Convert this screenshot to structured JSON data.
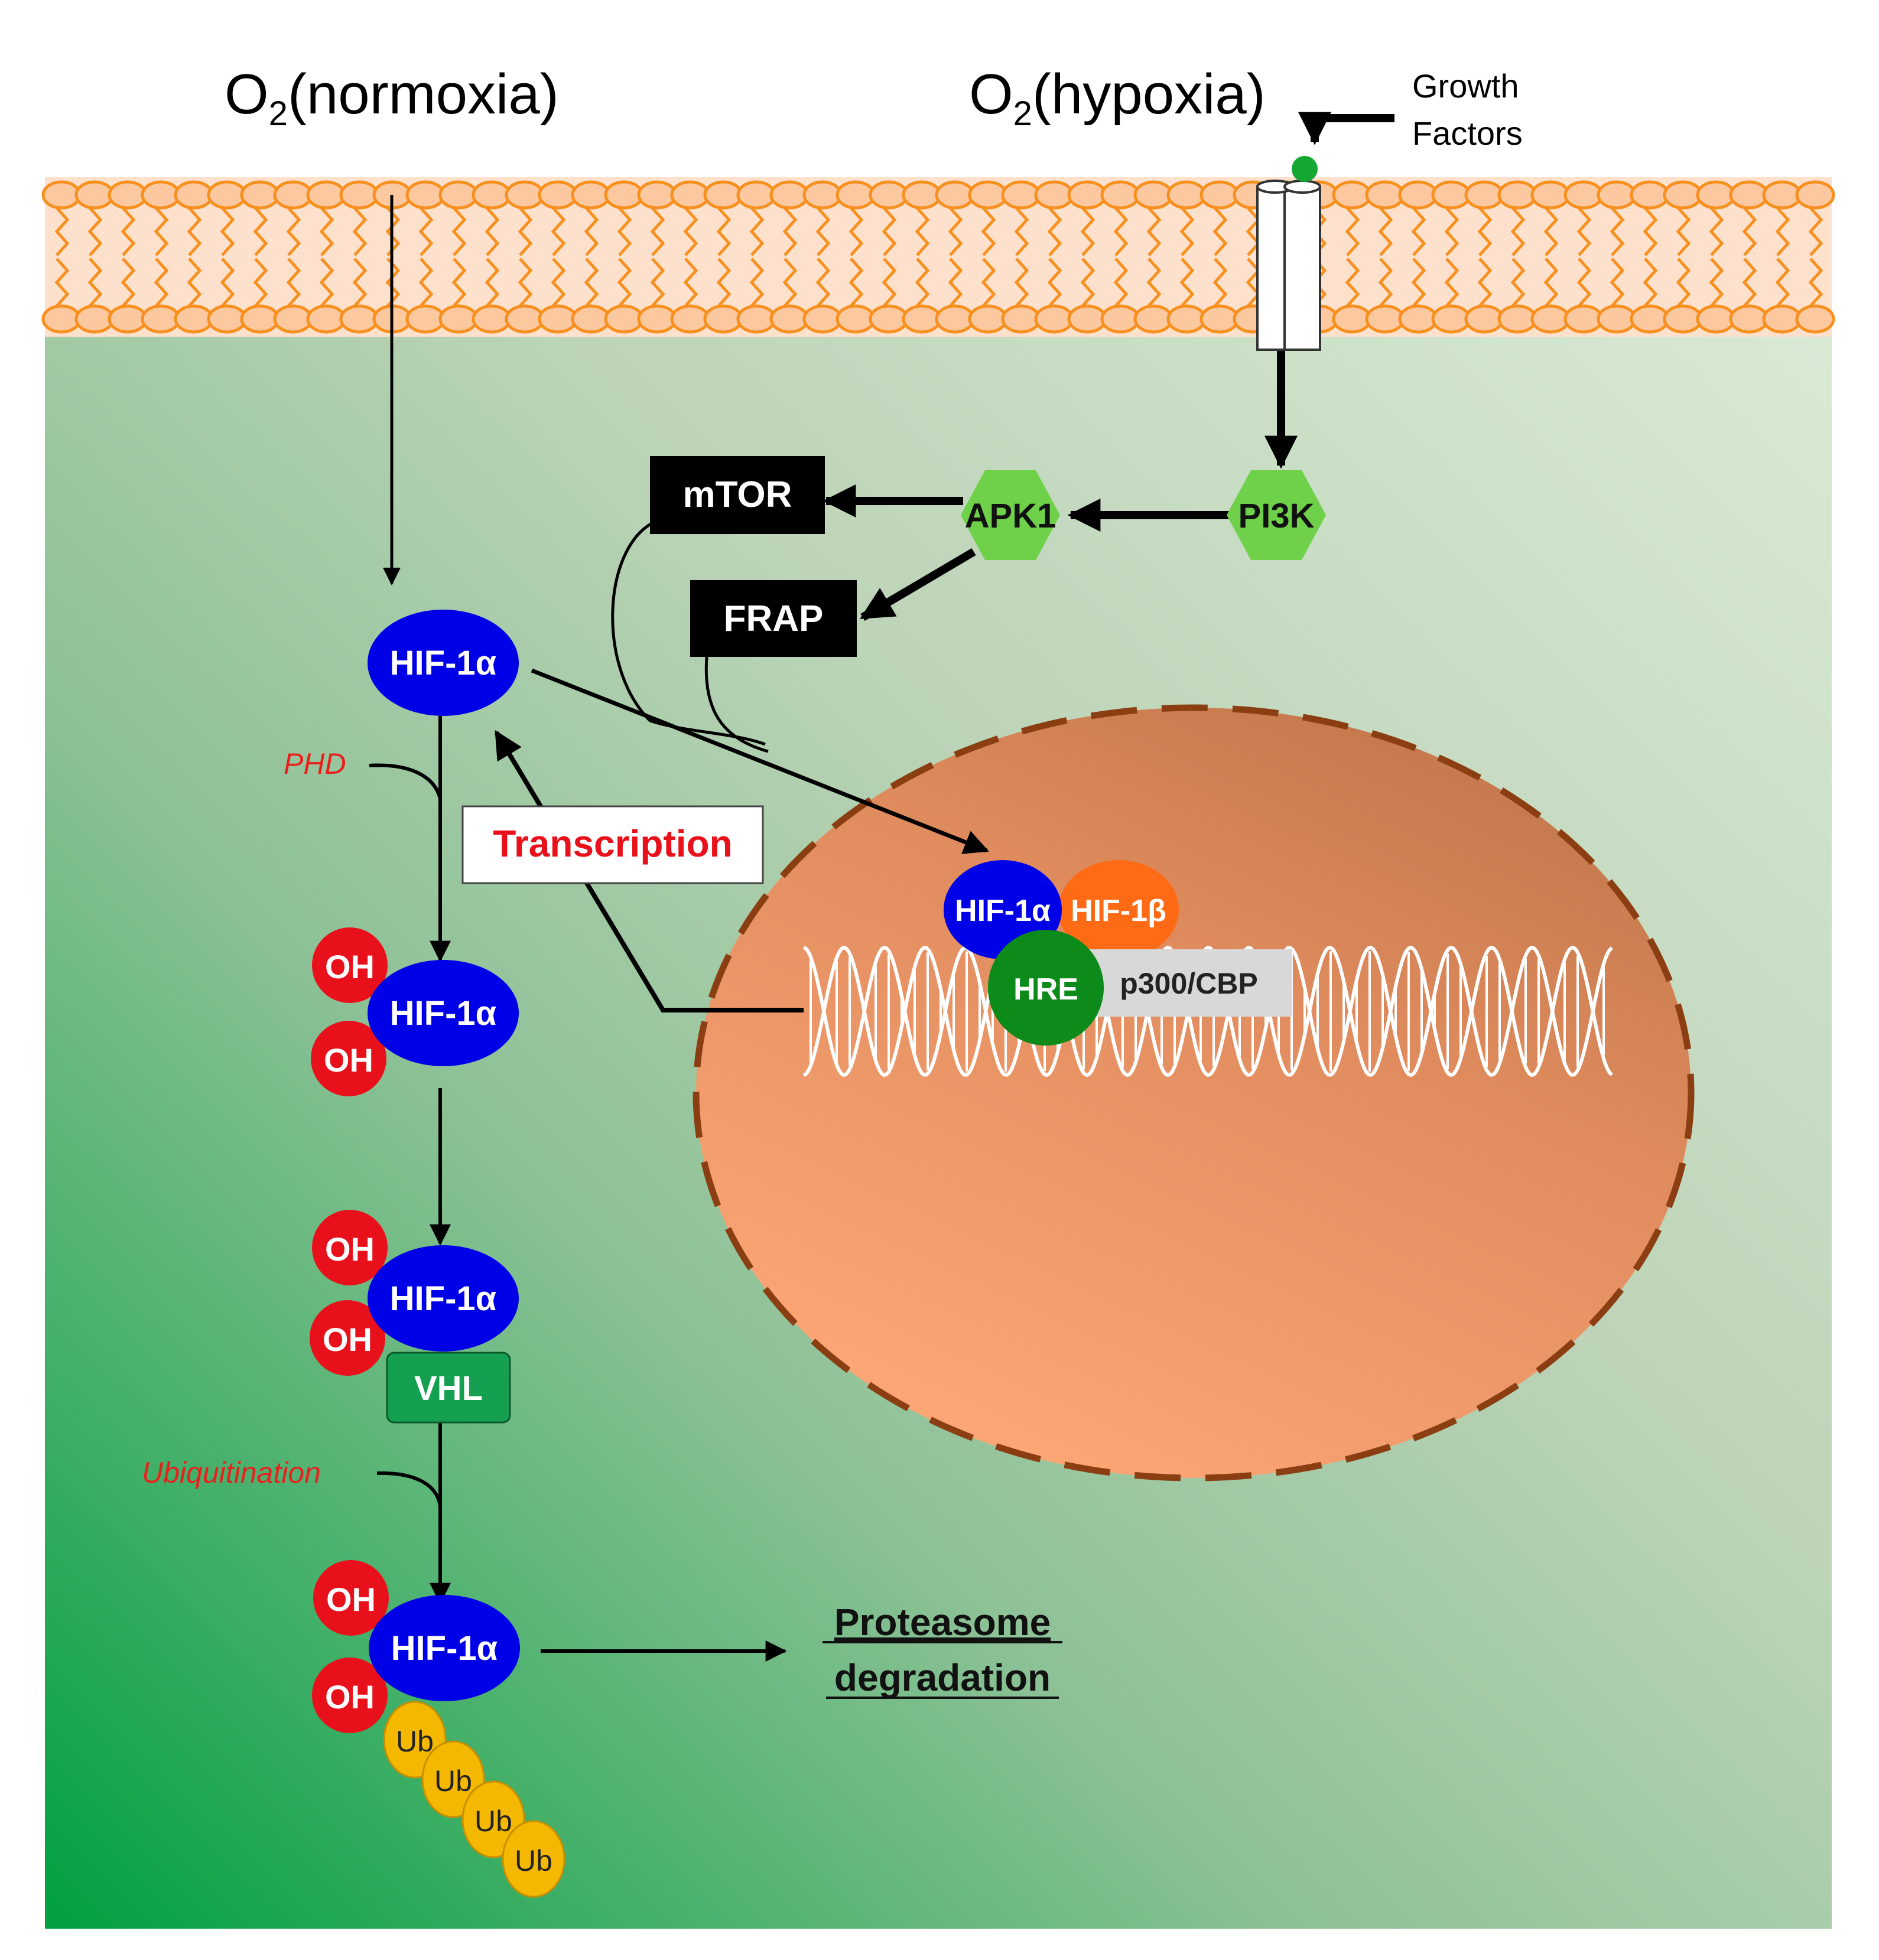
{
  "titles": {
    "normoxia": {
      "prefix": "O",
      "sub": "2",
      "rest": "(normoxia)"
    },
    "hypoxia": {
      "prefix": "O",
      "sub": "2",
      "rest": "(hypoxia)"
    }
  },
  "growth_factors": {
    "line1": "Growth",
    "line2": "Factors"
  },
  "kinases": {
    "pi3k": "PI3K",
    "apk1": "APK1",
    "mtor": "mTOR",
    "frap": "FRAP"
  },
  "hif_alpha": "HIF-1α",
  "hif_beta": "HIF-1β",
  "hre": "HRE",
  "p300": "p300/CBP",
  "oh": "OH",
  "vhl": "VHL",
  "ub": "Ub",
  "phd": "PHD",
  "ubiquitination": "Ubiquitination",
  "transcription": "Transcription",
  "proteasome": {
    "line1": "Proteasome",
    "line2": "degradation"
  },
  "colors": {
    "hif_alpha": "#0000e6",
    "hif_beta": "#ff6a14",
    "hre": "#0c8a1a",
    "oh": "#e8101a",
    "ub": "#f5b800",
    "vhl": "#14a050",
    "kinase_green": "#6fd04a",
    "membrane": "#f7901e",
    "nucleus": "#e59163",
    "italic_red": "#e8201e"
  }
}
